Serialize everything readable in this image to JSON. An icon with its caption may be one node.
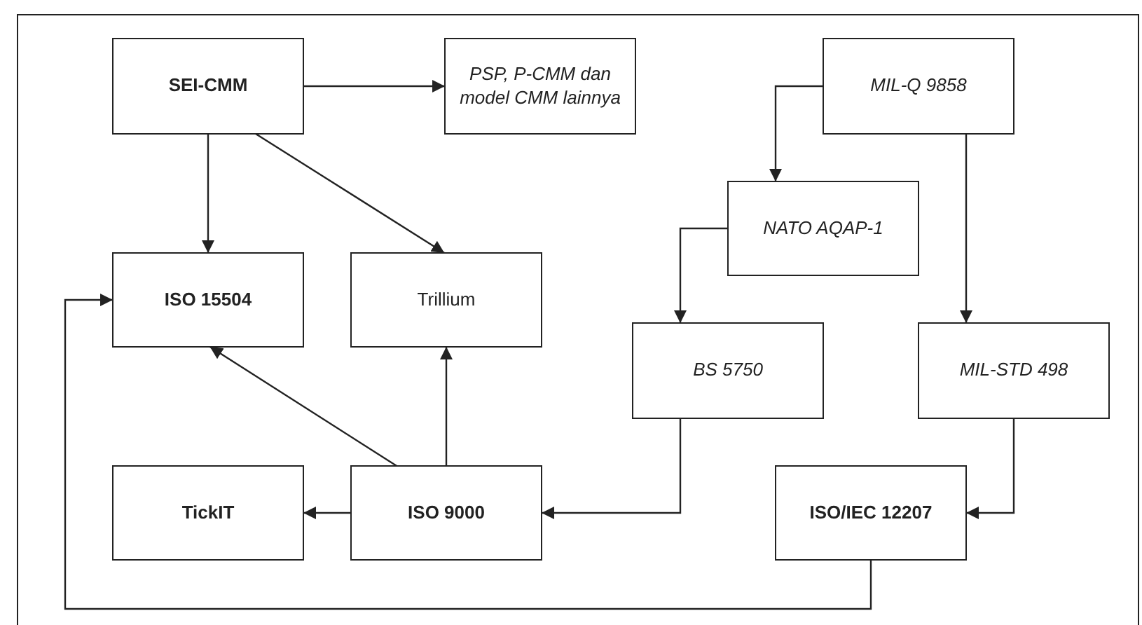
{
  "diagram": {
    "nodes": [
      {
        "text": [
          "SEI-CMM"
        ]
      },
      {
        "text": [
          "PSP, P-CMM dan model CMM lainnya"
        ]
      },
      {
        "text": [
          "ISO 15504"
        ]
      },
      {
        "text": [
          "Trillium"
        ]
      },
      {
        "text": [
          "TickIT"
        ]
      },
      {
        "text": [
          "ISO 9000"
        ]
      },
      {
        "text": [
          "MIL-Q 9858"
        ]
      },
      {
        "text": [
          "NATO AQAP-1"
        ]
      },
      {
        "text": [
          "BS 5750"
        ]
      },
      {
        "text": [
          "MIL-STD 498"
        ]
      },
      {
        "text": [
          "ISO/IEC 12207"
        ]
      }
    ],
    "edges": [
      {
        "from": 0,
        "to": 1,
        "arrow": "to"
      },
      {
        "from": 0,
        "to": 2,
        "arrow": "to"
      },
      {
        "from": 0,
        "to": 3,
        "arrow": "to"
      },
      {
        "from": 6,
        "to": 7,
        "arrow": "to"
      },
      {
        "from": 6,
        "to": 9,
        "arrow": "to"
      },
      {
        "from": 7,
        "to": 8,
        "arrow": "to"
      },
      {
        "from": 8,
        "to": 5,
        "arrow": "to"
      },
      {
        "from": 9,
        "to": 10,
        "arrow": "to"
      },
      {
        "from": 5,
        "to": 4,
        "arrow": "to"
      },
      {
        "from": 5,
        "to": 3,
        "arrow": "to"
      },
      {
        "from": 5,
        "to": 2,
        "arrow": "to"
      },
      {
        "from": 10,
        "to": 2,
        "arrow": "to"
      }
    ]
  }
}
